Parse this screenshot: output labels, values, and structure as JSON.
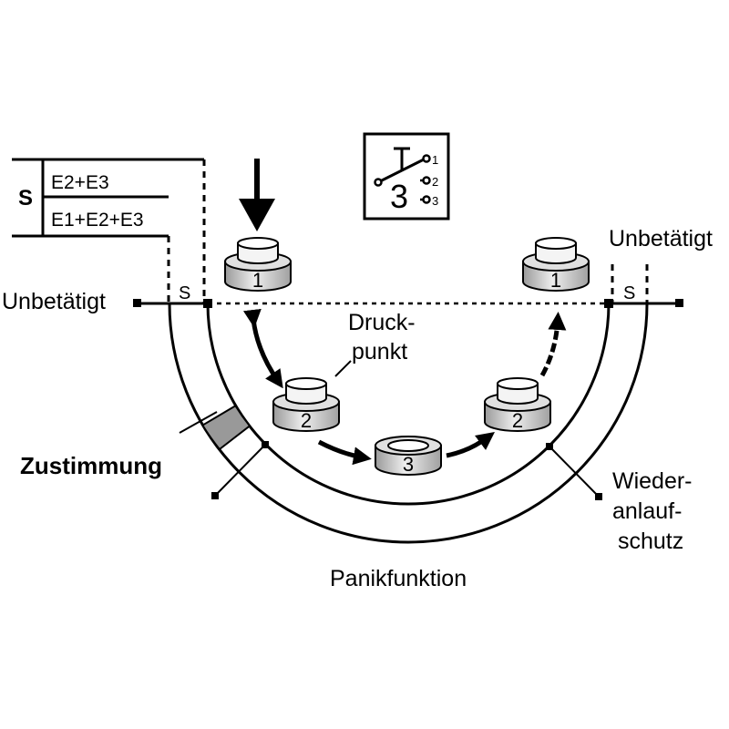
{
  "legend_table": {
    "row_header": "S",
    "rows": [
      "E2+E3",
      "E1+E2+E3"
    ]
  },
  "switch_symbol": {
    "number": "3",
    "contacts": [
      "1",
      "2",
      "3"
    ],
    "icon": "three-position-switch-icon"
  },
  "labels": {
    "unbetaetigt_left": "Unbetätigt",
    "unbetaetigt_right": "Unbetätigt",
    "s_left": "S",
    "s_right": "S",
    "druckpunkt": [
      "Druck-",
      "punkt"
    ],
    "zustimmung": "Zustimmung",
    "wiederanlaufschutz": [
      "Wieder-",
      "anlauf-",
      "schutz"
    ],
    "panikfunktion": "Panikfunktion"
  },
  "buttons": [
    {
      "position": "1"
    },
    {
      "position": "2"
    },
    {
      "position": "3"
    },
    {
      "position": "2"
    },
    {
      "position": "1"
    }
  ],
  "colors": {
    "stroke": "#000000",
    "zustimmung_band": "#999999",
    "button_fill": "#d0d0d0"
  }
}
